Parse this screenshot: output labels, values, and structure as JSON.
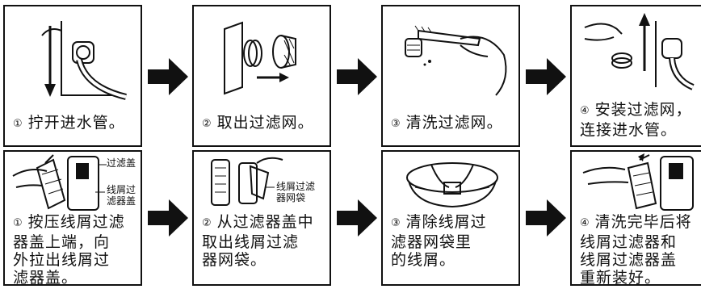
{
  "row1": [
    {
      "num": "①",
      "text": "拧开进水管。"
    },
    {
      "num": "②",
      "text": "取出过滤网。"
    },
    {
      "num": "③",
      "text": "清洗过滤网。"
    },
    {
      "num": "④",
      "text": "安装过滤网，\n连接进水管。"
    }
  ],
  "row2": [
    {
      "num": "①",
      "text": "按压线屑过滤\n器盖上端，向\n外拉出线屑过\n滤器盖。"
    },
    {
      "num": "②",
      "text": "从过滤器盖中\n取出线屑过滤\n器网袋。"
    },
    {
      "num": "③",
      "text": "清除线屑过\n滤器网袋里\n的线屑。"
    },
    {
      "num": "④",
      "text": "清洗完毕后将\n线屑过滤器和\n线屑过滤器盖\n重新装好。"
    }
  ],
  "labels": {
    "filter_cover": "过滤盖",
    "lint_filter_cover": "线屑过\n滤器盖",
    "lint_filter_bag": "线屑过滤\n器网袋"
  }
}
